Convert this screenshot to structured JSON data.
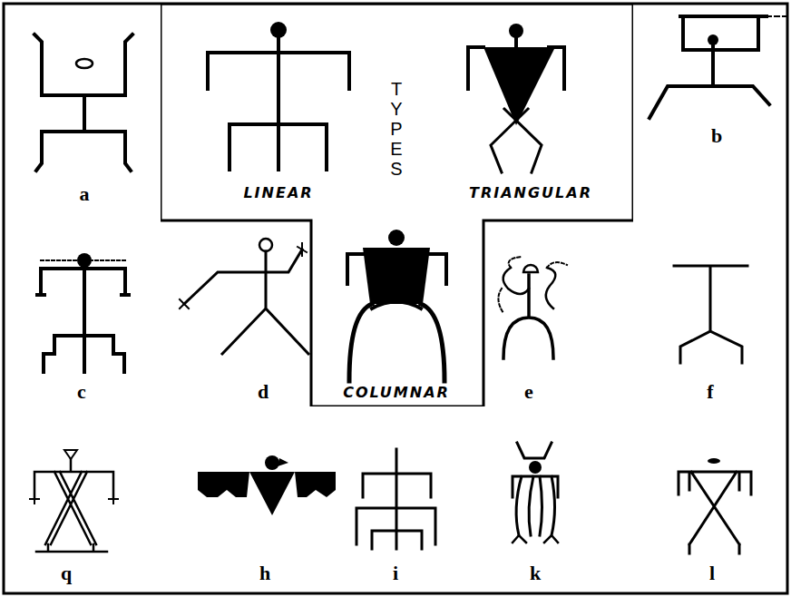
{
  "diagram": {
    "nodes": [
      {
        "text": [
          "TYPES",
          "LINEAR",
          "TRIANGULAR",
          "COLUMNAR"
        ]
      }
    ],
    "labels": [
      "a",
      "b",
      "c",
      "d",
      "e",
      "f",
      "q",
      "h",
      "i",
      "k",
      "l"
    ]
  }
}
